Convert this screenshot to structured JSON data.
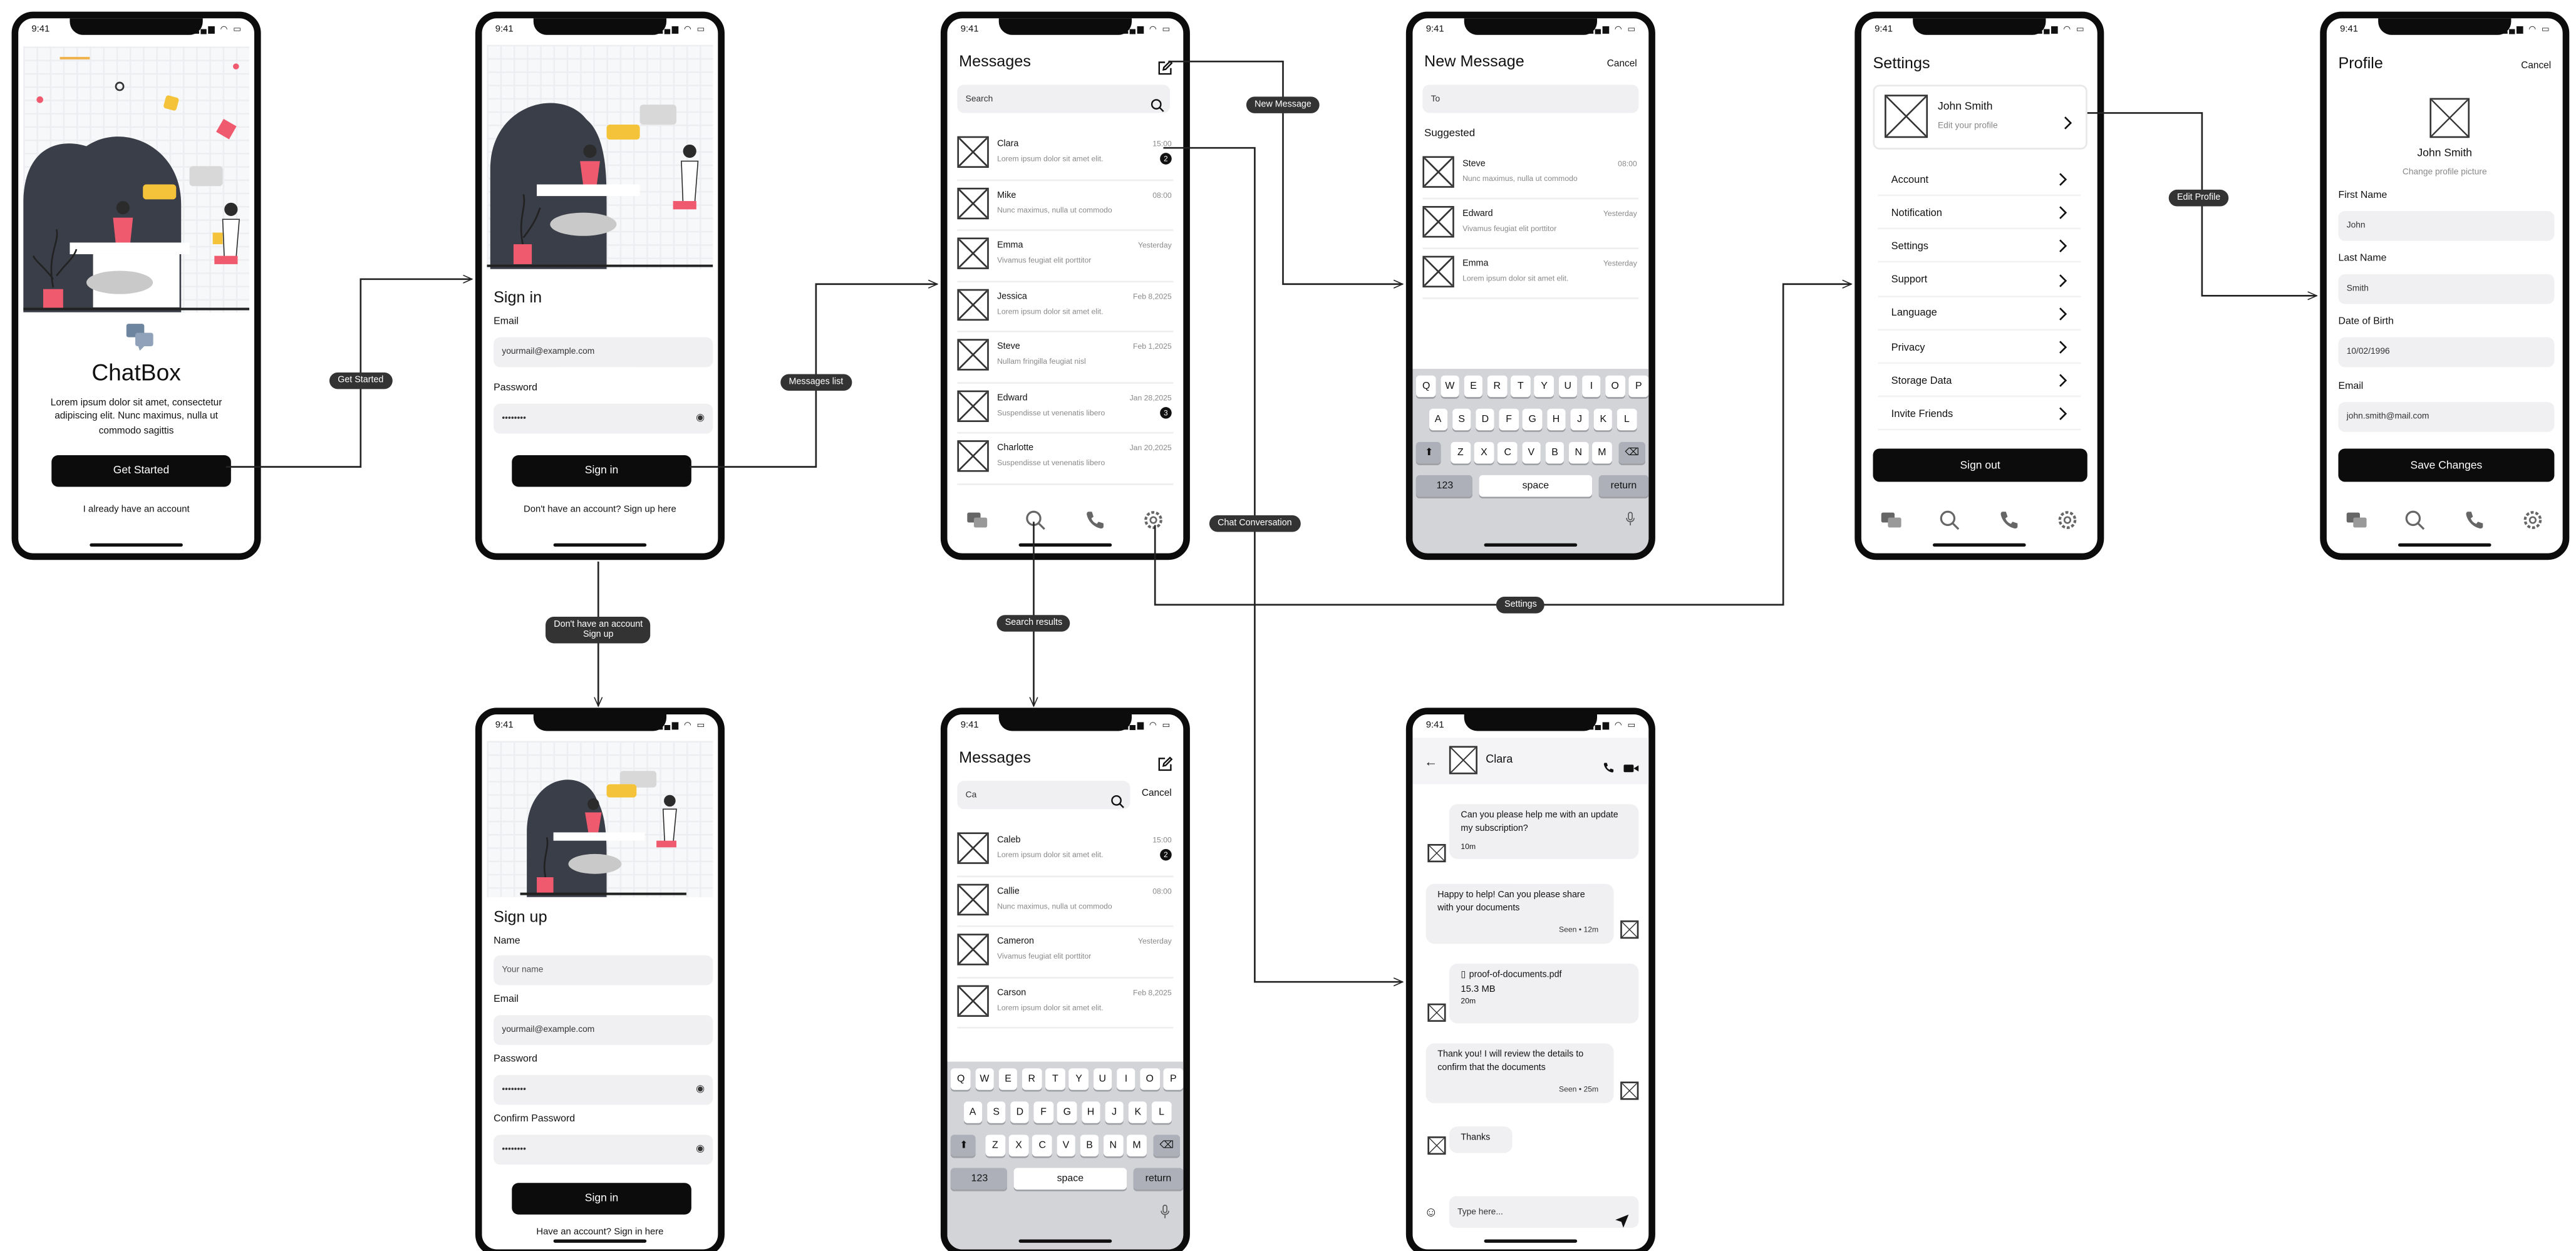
{
  "status_time": "9:41",
  "icons": [
    "signal-icon",
    "wifi-icon",
    "battery-icon",
    "compose-icon",
    "search-icon",
    "eye-icon",
    "chevron-right-icon",
    "back-arrow-icon",
    "phone-icon",
    "video-icon",
    "emoji-icon",
    "send-icon",
    "file-icon",
    "chat-icon",
    "gear-icon",
    "microphone-icon",
    "shift-icon",
    "backspace-icon",
    "image-placeholder-icon"
  ],
  "flow_labels": {
    "get_started": "Get Started",
    "messages_list": "Messages list",
    "new_message": "New Message",
    "chat_conversation": "Chat Conversation",
    "settings": "Settings",
    "edit_profile": "Edit Profile",
    "search_results": "Search results",
    "dont_have_line1": "Don't have an account",
    "dont_have_line2": "Sign up"
  },
  "welcome": {
    "app_name": "ChatBox",
    "description": "Lorem ipsum dolor sit amet, consectetur adipiscing elit. Nunc maximus, nulla ut commodo sagittis",
    "button": "Get Started",
    "link": "I already have an account"
  },
  "signin": {
    "title": "Sign in",
    "email_label": "Email",
    "email_value": "yourmail@example.com",
    "password_label": "Password",
    "password_value": "••••••••",
    "button": "Sign in",
    "link": "Don't have an account? Sign up here"
  },
  "signup": {
    "title": "Sign up",
    "name_label": "Name",
    "name_placeholder": "Your name",
    "email_label": "Email",
    "email_value": "yourmail@example.com",
    "password_label": "Password",
    "password_value": "••••••••",
    "confirm_label": "Confirm Password",
    "confirm_value": "••••••••",
    "button": "Sign in",
    "link": "Have an account? Sign in here"
  },
  "messages": {
    "title": "Messages",
    "search_placeholder": "Search",
    "conversations": [
      {
        "name": "Clara",
        "preview": "Lorem ipsum dolor sit amet elit.",
        "time": "15:00",
        "badge": "2"
      },
      {
        "name": "Mike",
        "preview": "Nunc maximus, nulla ut commodo",
        "time": "08:00",
        "badge": ""
      },
      {
        "name": "Emma",
        "preview": "Vivamus feugiat elit porttitor",
        "time": "Yesterday",
        "badge": ""
      },
      {
        "name": "Jessica",
        "preview": "Lorem ipsum dolor sit amet elit.",
        "time": "Feb 8,2025",
        "badge": ""
      },
      {
        "name": "Steve",
        "preview": "Nullam fringilla feugiat nisl",
        "time": "Feb 1,2025",
        "badge": ""
      },
      {
        "name": "Edward",
        "preview": "Suspendisse ut venenatis libero",
        "time": "Jan 28,2025",
        "badge": "3"
      },
      {
        "name": "Charlotte",
        "preview": "Suspendisse ut venenatis libero",
        "time": "Jan 20,2025",
        "badge": ""
      }
    ]
  },
  "search": {
    "title": "Messages",
    "query": "Ca",
    "cancel": "Cancel",
    "results": [
      {
        "name": "Caleb",
        "preview": "Lorem ipsum dolor sit amet elit.",
        "time": "15:00",
        "badge": "2"
      },
      {
        "name": "Callie",
        "preview": "Nunc maximus, nulla ut commodo",
        "time": "08:00",
        "badge": ""
      },
      {
        "name": "Cameron",
        "preview": "Vivamus feugiat elit porttitor",
        "time": "Yesterday",
        "badge": ""
      },
      {
        "name": "Carson",
        "preview": "Lorem ipsum dolor sit amet elit.",
        "time": "Feb 8,2025",
        "badge": ""
      }
    ]
  },
  "new_message": {
    "title": "New Message",
    "cancel": "Cancel",
    "to_placeholder": "To",
    "suggested_label": "Suggested",
    "suggested": [
      {
        "name": "Steve",
        "preview": "Nunc maximus, nulla ut commodo",
        "time": "08:00"
      },
      {
        "name": "Edward",
        "preview": "Vivamus feugiat elit porttitor",
        "time": "Yesterday"
      },
      {
        "name": "Emma",
        "preview": "Lorem ipsum dolor sit amet elit.",
        "time": "Yesterday"
      }
    ]
  },
  "keyboard": {
    "row1": [
      "Q",
      "W",
      "E",
      "R",
      "T",
      "Y",
      "U",
      "I",
      "O",
      "P"
    ],
    "row2": [
      "A",
      "S",
      "D",
      "F",
      "G",
      "H",
      "J",
      "K",
      "L"
    ],
    "row3": [
      "Z",
      "X",
      "C",
      "V",
      "B",
      "N",
      "M"
    ],
    "numbers": "123",
    "space": "space",
    "return": "return"
  },
  "chat": {
    "contact": "Clara",
    "msg1": "Can you please help me with an update my subscription?",
    "msg1_time": "10m",
    "msg2": "Happy to help! Can you please share with your documents",
    "msg2_meta": "Seen • 12m",
    "file_name": "proof-of-documents.pdf",
    "file_size": "15.3 MB",
    "file_time": "20m",
    "msg3": "Thank you! I will review the details to confirm that the documents",
    "msg3_meta": "Seen • 25m",
    "msg4": "Thanks",
    "input_placeholder": "Type here..."
  },
  "settings": {
    "title": "Settings",
    "user_name": "John Smith",
    "edit_profile": "Edit your profile",
    "items": [
      "Account",
      "Notification",
      "Settings",
      "Support",
      "Language",
      "Privacy",
      "Storage Data",
      "Invite Friends"
    ],
    "signout": "Sign out"
  },
  "profile": {
    "title": "Profile",
    "cancel": "Cancel",
    "name": "John Smith",
    "change_picture": "Change profile picture",
    "first_name_label": "First Name",
    "first_name": "John",
    "last_name_label": "Last Name",
    "last_name": "Smith",
    "dob_label": "Date of Birth",
    "dob": "10/02/1996",
    "email_label": "Email",
    "email": "john.smith@mail.com",
    "button": "Save Changes"
  }
}
